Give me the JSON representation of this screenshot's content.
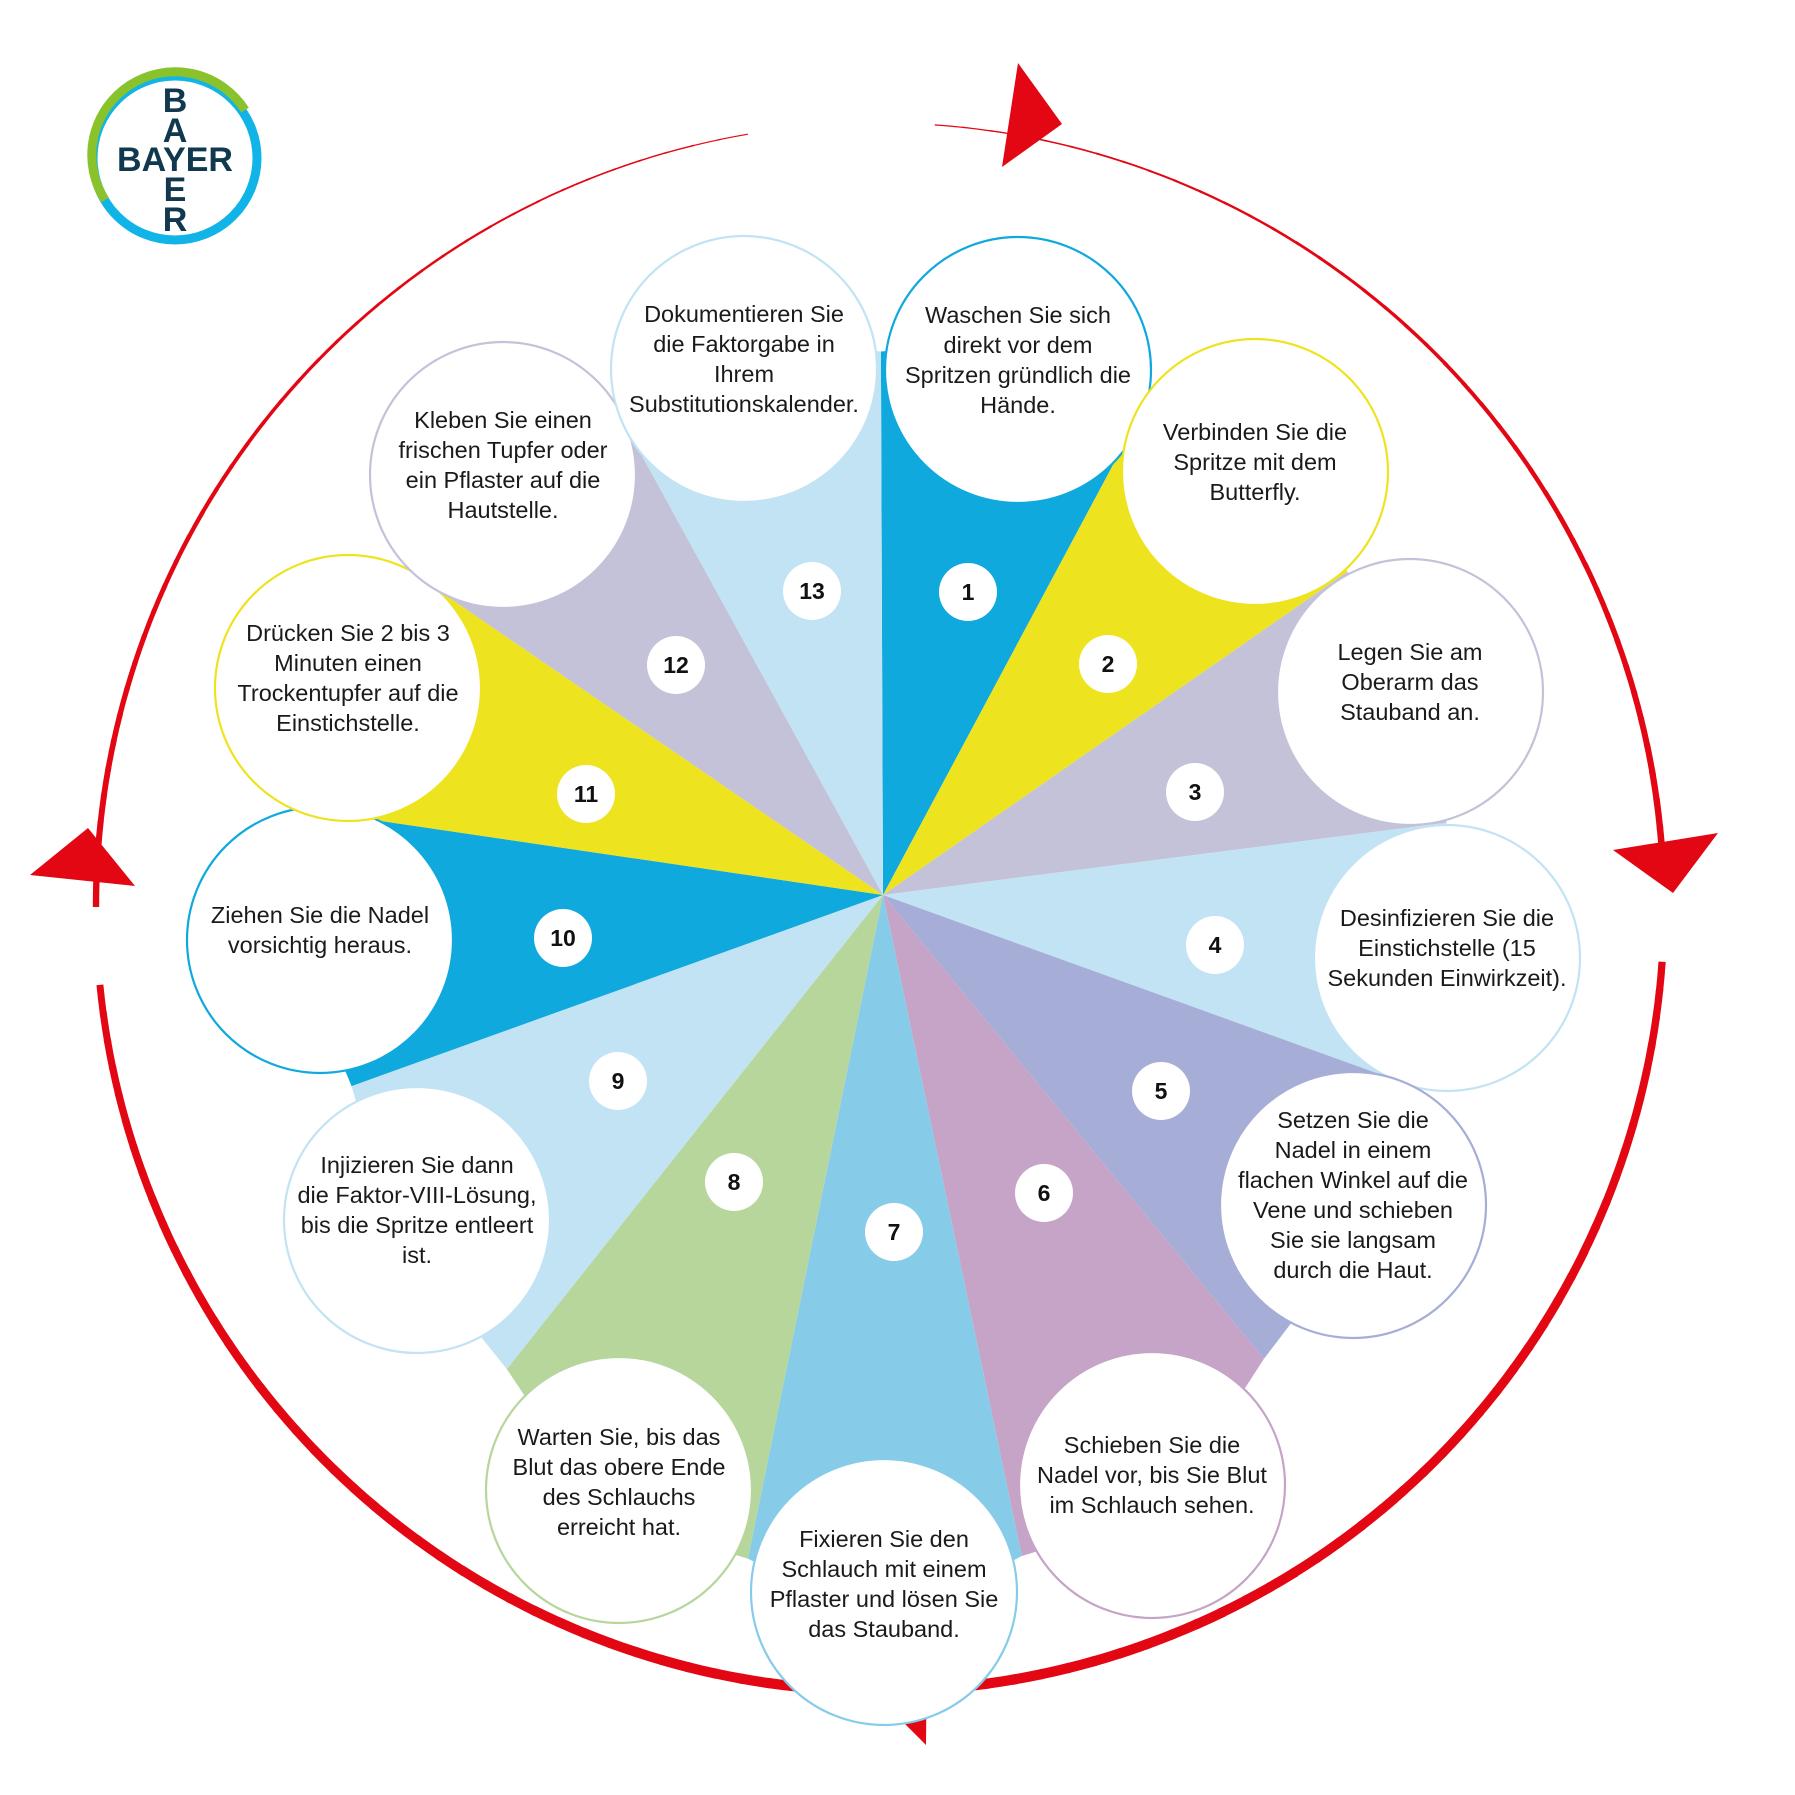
{
  "logo": {
    "brand": "BAYER",
    "vertical_letters": [
      "B",
      "A",
      "Y",
      "E",
      "R"
    ],
    "colors": {
      "ring_green": "#89c22b",
      "ring_blue": "#10b4e6",
      "text": "#10384f"
    }
  },
  "cycle_arrow": {
    "color": "#e30613",
    "arrow_count": 4,
    "direction": "clockwise"
  },
  "steps": [
    {
      "number": "1",
      "color": "#0fa9de",
      "text": [
        "Waschen Sie sich",
        "direkt vor dem",
        "Spritzen gründlich die",
        "Hände."
      ]
    },
    {
      "number": "2",
      "color": "#eee31f",
      "text": [
        "Verbinden Sie die",
        "Spritze mit dem",
        "Butterfly."
      ]
    },
    {
      "number": "3",
      "color": "#c4c2d9",
      "text": [
        "Legen Sie am",
        "Oberarm das",
        "Stauband an."
      ]
    },
    {
      "number": "4",
      "color": "#c2e3f3",
      "text": [
        "Desinfizieren Sie die",
        "Einstichstelle (15",
        "Sekunden Einwirkzeit)."
      ]
    },
    {
      "number": "5",
      "color": "#a6add7",
      "text": [
        "Setzen Sie die",
        "Nadel in einem",
        "flachen Winkel auf die",
        "Vene und schieben",
        "Sie sie langsam",
        "durch die Haut."
      ]
    },
    {
      "number": "6",
      "color": "#c6a4c7",
      "text": [
        "Schieben Sie die",
        "Nadel vor, bis Sie Blut",
        "im Schlauch sehen."
      ]
    },
    {
      "number": "7",
      "color": "#86cce9",
      "text": [
        "Fixieren Sie den",
        "Schlauch mit einem",
        "Pflaster und lösen Sie",
        "das Stauband."
      ]
    },
    {
      "number": "8",
      "color": "#b6d69b",
      "text": [
        "Warten Sie, bis das",
        "Blut das obere Ende",
        "des Schlauchs",
        "erreicht hat."
      ]
    },
    {
      "number": "9",
      "color": "#c2e3f3",
      "text": [
        "Injizieren Sie dann",
        "die Faktor-VIII-Lösung,",
        "bis die Spritze entleert",
        "ist."
      ]
    },
    {
      "number": "10",
      "color": "#0fa9de",
      "text": [
        "Ziehen Sie die Nadel",
        "vorsichtig heraus."
      ]
    },
    {
      "number": "11",
      "color": "#eee31f",
      "text": [
        "Drücken Sie 2 bis 3",
        "Minuten einen",
        "Trockentupfer auf die",
        "Einstichstelle."
      ]
    },
    {
      "number": "12",
      "color": "#c4c2d9",
      "text": [
        "Kleben Sie einen",
        "frischen Tupfer oder",
        "ein Pflaster auf die",
        "Hautstelle."
      ]
    },
    {
      "number": "13",
      "color": "#c2e3f3",
      "text": [
        "Dokumentieren Sie",
        "die Faktorgabe in",
        "Ihrem",
        "Substitutionskalender."
      ]
    }
  ]
}
